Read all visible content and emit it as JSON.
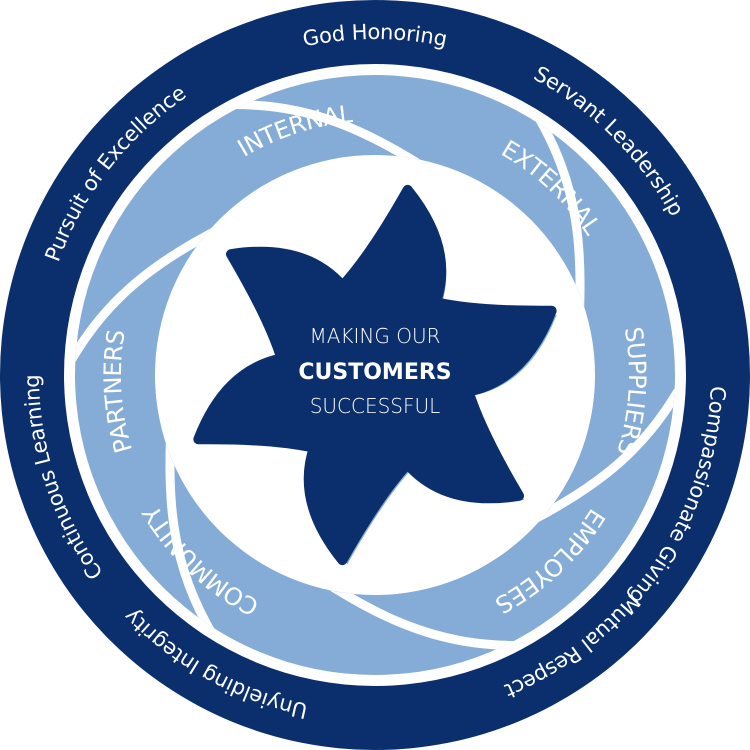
{
  "colors": {
    "navy": "#0a2f6c",
    "light_blue": "#85acd6",
    "white": "#ffffff"
  },
  "center": {
    "line1": "MAKING OUR",
    "line2": "CUSTOMERS",
    "line3": "SUCCESSFUL"
  },
  "values_ring": [
    {
      "label": "God Honoring"
    },
    {
      "label": "Servant Leadership"
    },
    {
      "label": "Compassionate Giving"
    },
    {
      "label": "Mutual Respect"
    },
    {
      "label": "Unyielding Integrity"
    },
    {
      "label": "Continuous Learning"
    },
    {
      "label": "Pursuit of  Excellence"
    }
  ],
  "stakeholder_band": [
    {
      "label": "INTERNAL"
    },
    {
      "label": "EXTERNAL"
    },
    {
      "label": "SUPPLIERS"
    },
    {
      "label": "EMPLOYEES"
    },
    {
      "label": "COMMUNITY"
    },
    {
      "label": "PARTNERS"
    }
  ]
}
